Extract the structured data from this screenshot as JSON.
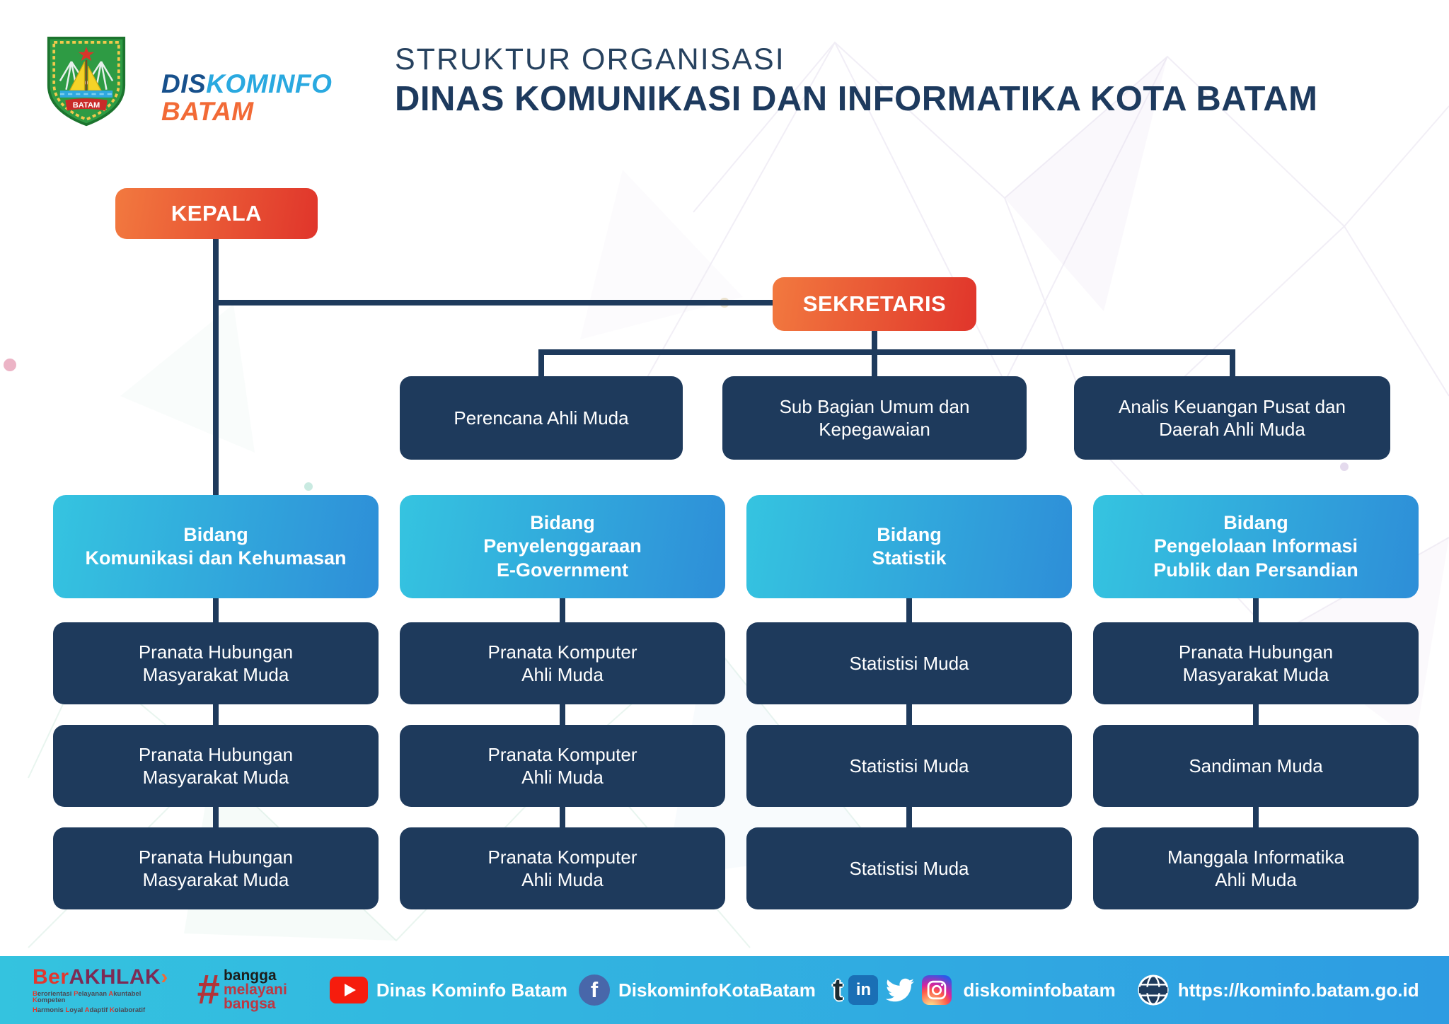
{
  "header": {
    "brand": {
      "dis": "DIS",
      "kominfo": "KOMINFO",
      "batam": "BATAM",
      "emblem_label": "BATAM"
    },
    "title_line1": "STRUKTUR ORGANISASI",
    "title_line2": "DINAS KOMUNIKASI DAN INFORMATIKA KOTA BATAM"
  },
  "chart": {
    "kepala": "KEPALA",
    "sekretaris": "SEKRETARIS",
    "sekretariat_units": [
      "Perencana Ahli Muda",
      "Sub Bagian Umum dan\nKepegawaian",
      "Analis Keuangan Pusat dan\nDaerah Ahli Muda"
    ],
    "columns": [
      {
        "bidang": "Bidang\nKomunikasi dan Kehumasan",
        "units": [
          "Pranata Hubungan\nMasyarakat Muda",
          "Pranata Hubungan\nMasyarakat Muda",
          "Pranata Hubungan\nMasyarakat Muda"
        ]
      },
      {
        "bidang": "Bidang\nPenyelenggaraan\nE-Government",
        "units": [
          "Pranata Komputer\nAhli Muda",
          "Pranata Komputer\nAhli Muda",
          "Pranata Komputer\nAhli Muda"
        ]
      },
      {
        "bidang": "Bidang\nStatistik",
        "units": [
          "Statistisi Muda",
          "Statistisi Muda",
          "Statistisi Muda"
        ]
      },
      {
        "bidang": "Bidang\nPengelolaan Informasi\nPublik dan Persandian",
        "units": [
          "Pranata Hubungan\nMasyarakat Muda",
          "Sandiman Muda",
          "Manggala Informatika\nAhli Muda"
        ]
      }
    ]
  },
  "footer": {
    "berakhlak": {
      "prefix": "Ber",
      "rest": "AKHLAK",
      "tagline_line1": "Berorientasi Pelayanan Akuntabel Kompeten",
      "tagline_line2": "Harmonis Loyal Adaptif Kolaboratif"
    },
    "bangga": {
      "hash": "#",
      "word1": "bangga",
      "word2": "melayani",
      "word3": "bangsa"
    },
    "youtube_label": "Dinas Kominfo Batam",
    "facebook_label": "DiskominfoKotaBatam",
    "instagram_label": "diskominfobatam",
    "website": "https://kominfo.batam.go.id"
  },
  "colors": {
    "navy": "#1E3A5C",
    "leader_gradient_start": "#F2793F",
    "leader_gradient_end": "#E0352B",
    "bidang_gradient_start": "#35C4E0",
    "bidang_gradient_end": "#2E8ED8",
    "footer_gradient_start": "#34C3DF",
    "footer_gradient_end": "#2E9CE2"
  }
}
